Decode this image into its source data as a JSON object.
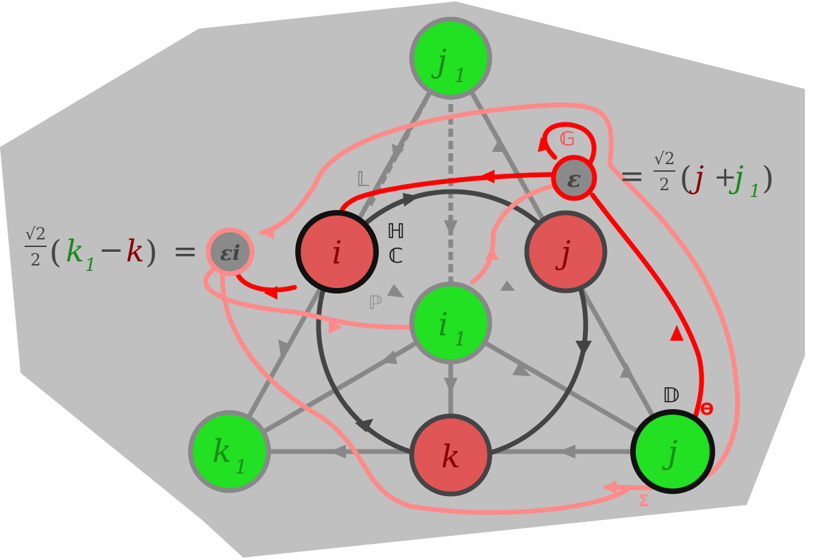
{
  "colors": {
    "background_blob": "#c0c0c0",
    "green_node": "#22e022",
    "red_node": "#e05555",
    "gray_node": "#8a8a8a",
    "edge_gray": "#888888",
    "circle_dark": "#444444",
    "path_pink": "#ff8a8a",
    "path_red": "#ff0000",
    "label_dark_red": "#8b0000",
    "label_green": "#1a8a1a"
  },
  "nodes": {
    "j1_top": {
      "main": "j",
      "sub": "1"
    },
    "i_node": {
      "main": "i"
    },
    "j_right": {
      "main": "j"
    },
    "i1_center": {
      "main": "i",
      "sub": "1"
    },
    "k1_bottom_left": {
      "main": "k",
      "sub": "1"
    },
    "k_bottom": {
      "main": "k"
    },
    "j_bottom_right": {
      "main": "j"
    },
    "epsilon": {
      "main": "ε"
    },
    "epsilon_i": {
      "main": "εi"
    }
  },
  "labels": {
    "L": "𝕃",
    "H": "ℍ",
    "C": "ℂ",
    "P": "ℙ",
    "G": "𝔾",
    "D": "𝔻",
    "Theta": "ϴ",
    "Sigma": "Σ"
  },
  "equations": {
    "left": {
      "frac_num": "√2",
      "frac_den": "2",
      "open": "(",
      "k1_main": "k",
      "k1_sub": "1",
      "minus": "−",
      "k": "k",
      "close": ")",
      "equals": "="
    },
    "right": {
      "equals": "=",
      "frac_num": "√2",
      "frac_den": "2",
      "open": "(",
      "j": "j",
      "plus": "+",
      "j1_main": "j",
      "j1_sub": "1",
      "close": ")"
    }
  }
}
